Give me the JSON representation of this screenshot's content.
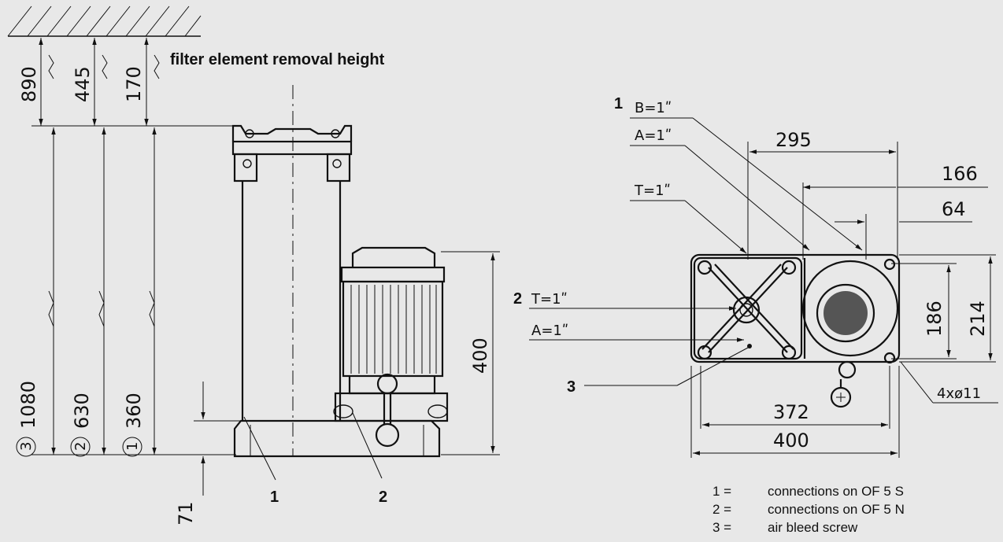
{
  "left_view": {
    "removal_label": "filter element removal height",
    "removal_dims": [
      "890",
      "445",
      "170"
    ],
    "height_dims": [
      {
        "marker": "3",
        "value": "1080"
      },
      {
        "marker": "2",
        "value": "630"
      },
      {
        "marker": "1",
        "value": "360"
      }
    ],
    "motor_height": "400",
    "base_height": "71",
    "callouts": [
      "1",
      "2"
    ]
  },
  "right_view": {
    "callout_1": "1",
    "callout_2": "2",
    "callout_3": "3",
    "conn_labels": {
      "b1": "B=1ʺ",
      "a1": "A=1ʺ",
      "t1": "T=1ʺ",
      "t2": "T=1ʺ",
      "a2": "A=1ʺ"
    },
    "dims": {
      "d295": "295",
      "d166": "166",
      "d64": "64",
      "d186": "186",
      "d214": "214",
      "d372": "372",
      "d400": "400",
      "holes": "4xø11"
    }
  },
  "legend": [
    {
      "num": "1 =",
      "text": "connections on OF 5 S"
    },
    {
      "num": "2 =",
      "text": "connections on OF 5 N"
    },
    {
      "num": "3 =",
      "text": "air bleed screw"
    }
  ]
}
